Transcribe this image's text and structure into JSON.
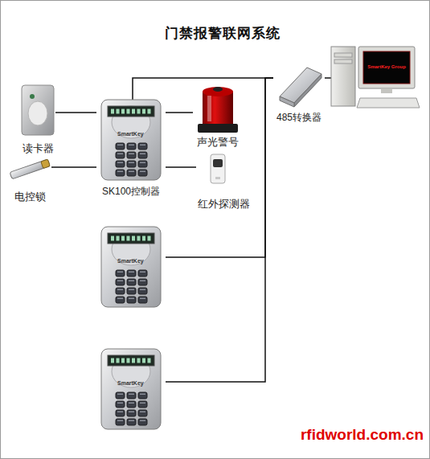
{
  "diagram": {
    "title": "门禁报警联网系统",
    "nodes": [
      {
        "text": [
          "读卡器"
        ]
      },
      {
        "text": [
          "电控锁"
        ]
      },
      {
        "text": [
          "SmartKey",
          "SK100控制器"
        ]
      },
      {
        "text": [
          "声光警号"
        ]
      },
      {
        "text": [
          "红外探测器"
        ]
      },
      {
        "text": [
          "485转换器"
        ]
      },
      {
        "text": [
          "SmartKey Group"
        ]
      },
      {
        "text": [
          "SmartKey"
        ]
      },
      {
        "text": [
          "SmartKey"
        ]
      }
    ],
    "edges": [
      {
        "from": 0,
        "to": 2,
        "arrow": "none"
      },
      {
        "from": 1,
        "to": 2,
        "arrow": "none"
      },
      {
        "from": 2,
        "to": 3,
        "arrow": "none"
      },
      {
        "from": 2,
        "to": 4,
        "arrow": "none"
      },
      {
        "from": 2,
        "to": 5,
        "arrow": "none"
      },
      {
        "from": 7,
        "to": 5,
        "arrow": "none"
      },
      {
        "from": 8,
        "to": 5,
        "arrow": "none"
      },
      {
        "from": 5,
        "to": 6,
        "arrow": "none"
      }
    ],
    "labels": [
      "rfidworld.com.cn"
    ]
  }
}
